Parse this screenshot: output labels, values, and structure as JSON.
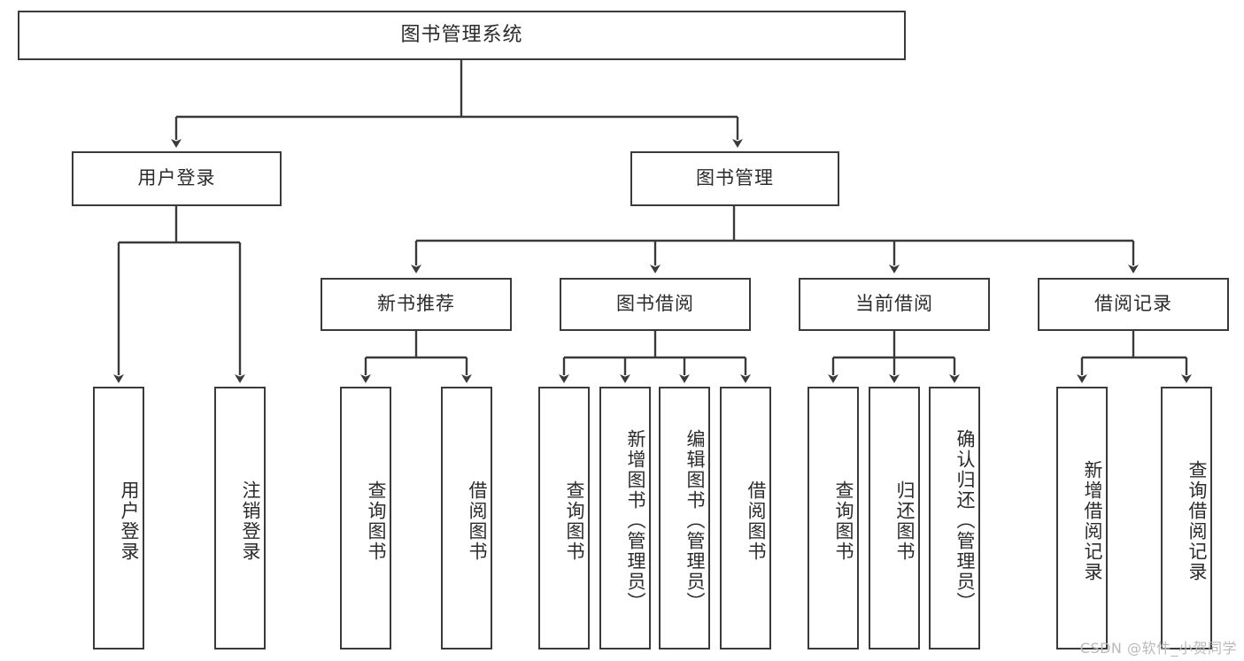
{
  "diagram": {
    "type": "hierarchy-tree",
    "title": "图书管理系统",
    "watermark": "CSDN @软件_小贺同学",
    "colors": {
      "box_border": "#3a3a3a",
      "box_fill": "#ffffff",
      "connector": "#3a3a3a",
      "text": "#2b2b2b",
      "watermark": "#b9b9b9",
      "background": "#ffffff"
    },
    "root": {
      "label": "图书管理系统",
      "orientation": "horizontal"
    },
    "level2": [
      {
        "label": "用户登录",
        "orientation": "horizontal"
      },
      {
        "label": "图书管理",
        "orientation": "horizontal"
      }
    ],
    "level3": [
      {
        "label": "新书推荐",
        "orientation": "horizontal"
      },
      {
        "label": "图书借阅",
        "orientation": "horizontal"
      },
      {
        "label": "当前借阅",
        "orientation": "horizontal"
      },
      {
        "label": "借阅记录",
        "orientation": "horizontal"
      }
    ],
    "leaves": {
      "user_login": [
        {
          "label": "用户登录",
          "orientation": "vertical"
        },
        {
          "label": "注销登录",
          "orientation": "vertical"
        }
      ],
      "new_book_recommend": [
        {
          "label": "查询图书",
          "orientation": "vertical"
        },
        {
          "label": "借阅图书",
          "orientation": "vertical"
        }
      ],
      "book_borrow": [
        {
          "label": "查询图书",
          "orientation": "vertical"
        },
        {
          "label": "新增图书（管理员）",
          "orientation": "vertical"
        },
        {
          "label": "编辑图书（管理员）",
          "orientation": "vertical"
        },
        {
          "label": "借阅图书",
          "orientation": "vertical"
        }
      ],
      "current_borrow": [
        {
          "label": "查询图书",
          "orientation": "vertical"
        },
        {
          "label": "归还图书",
          "orientation": "vertical"
        },
        {
          "label": "确认归还（管理员）",
          "orientation": "vertical"
        }
      ],
      "borrow_record": [
        {
          "label": "新增借阅记录",
          "orientation": "vertical"
        },
        {
          "label": "查询借阅记录",
          "orientation": "vertical"
        }
      ]
    }
  }
}
